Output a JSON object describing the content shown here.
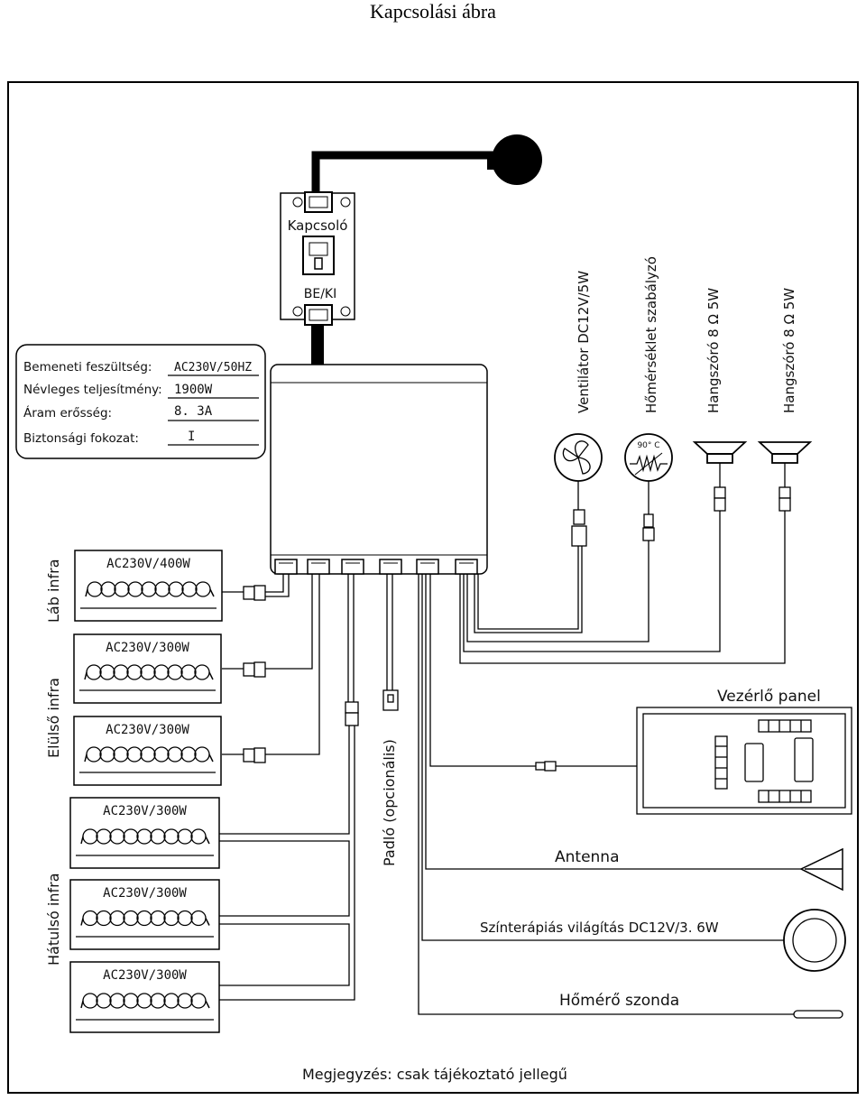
{
  "title": "Kapcsolási ábra",
  "switch": {
    "label": "Kapcsoló",
    "state_label": "BE/KI"
  },
  "specs": [
    {
      "label": "Bemeneti feszültség:",
      "value": "AC230V/50HZ"
    },
    {
      "label": "Névleges teljesítmény:",
      "value": "1900W"
    },
    {
      "label": "Áram erősség:",
      "value": "8. 3A"
    },
    {
      "label": "Biztonsági fokozat:",
      "value": "I"
    }
  ],
  "components": {
    "fan": "Ventilátor DC12V/5W",
    "thermostat": "Hőmérséklet szabályzó",
    "thermostat_value": "90° C",
    "speaker1": "Hangszóró 8 Ω 5W",
    "speaker2": "Hangszóró 8 Ω 5W"
  },
  "groups": {
    "leg": "Láb infra",
    "front": "Elülső infra",
    "rear": "Hátulsó infra",
    "floor": "Padló (opcionális)"
  },
  "heaters": [
    {
      "label": "AC230V/400W"
    },
    {
      "label": "AC230V/300W"
    },
    {
      "label": "AC230V/300W"
    },
    {
      "label": "AC230V/300W"
    },
    {
      "label": "AC230V/300W"
    },
    {
      "label": "AC230V/300W"
    }
  ],
  "peripherals": {
    "control_panel": "Vezérlő panel",
    "antenna": "Antenna",
    "chromo_light": "Színterápiás világítás DC12V/3. 6W",
    "temp_probe": "Hőmérő szonda"
  },
  "note": "Megjegyzés: csak tájékoztató jellegű"
}
